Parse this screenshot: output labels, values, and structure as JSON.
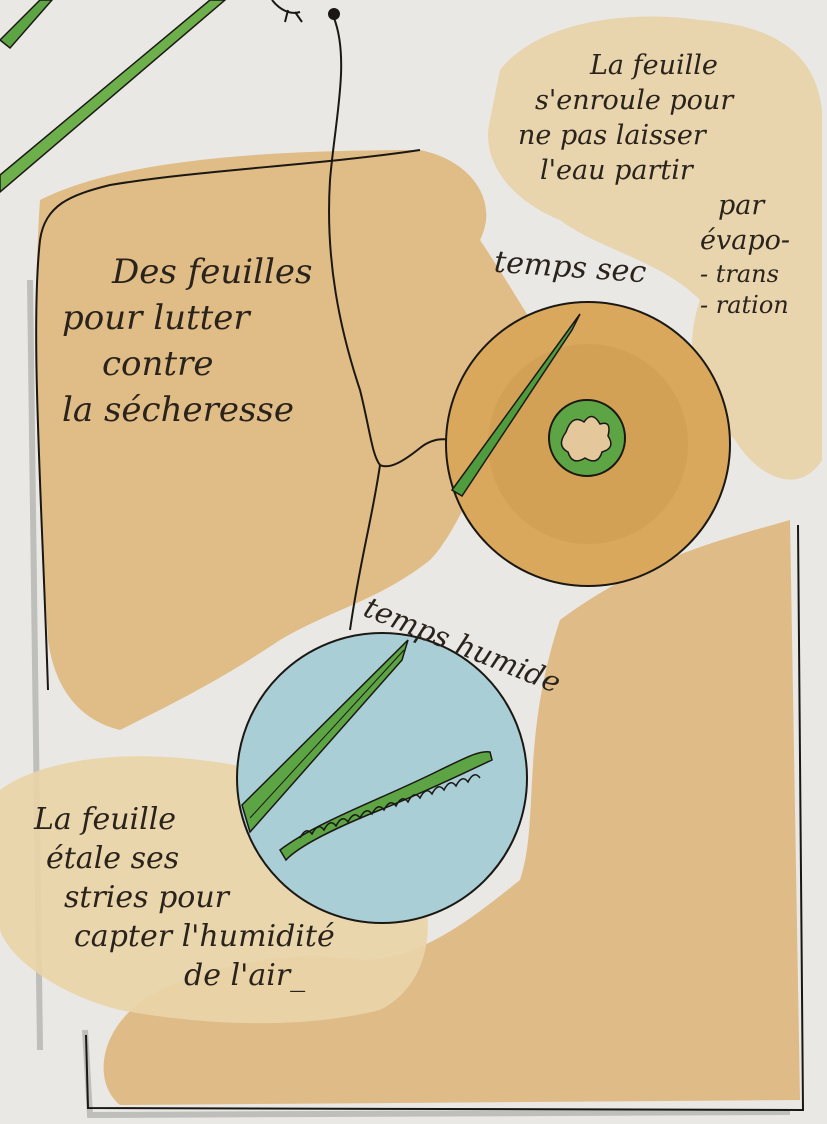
{
  "colors": {
    "paper": "#e9e8e4",
    "ochre_wash": "#d9a85c",
    "pale_ochre": "#ead8b2",
    "humid_blue": "#a9ced6",
    "leaf_green": "#5da544",
    "ink": "#1b1814"
  },
  "title_block": {
    "lines": [
      "Des feuilles",
      "pour lutter",
      "contre",
      "la sécheresse"
    ]
  },
  "dry_note": {
    "lines": [
      "La feuille",
      "s'enroule pour",
      "ne pas laisser",
      "l'eau partir",
      "par",
      "évapo-",
      "- trans",
      "- ration"
    ]
  },
  "dry_label": "temps sec",
  "humid_label": "temps humide",
  "humid_note": {
    "lines": [
      "La feuille",
      "étale ses",
      "stries pour",
      "capter l'humidité",
      "de l'air_"
    ]
  }
}
